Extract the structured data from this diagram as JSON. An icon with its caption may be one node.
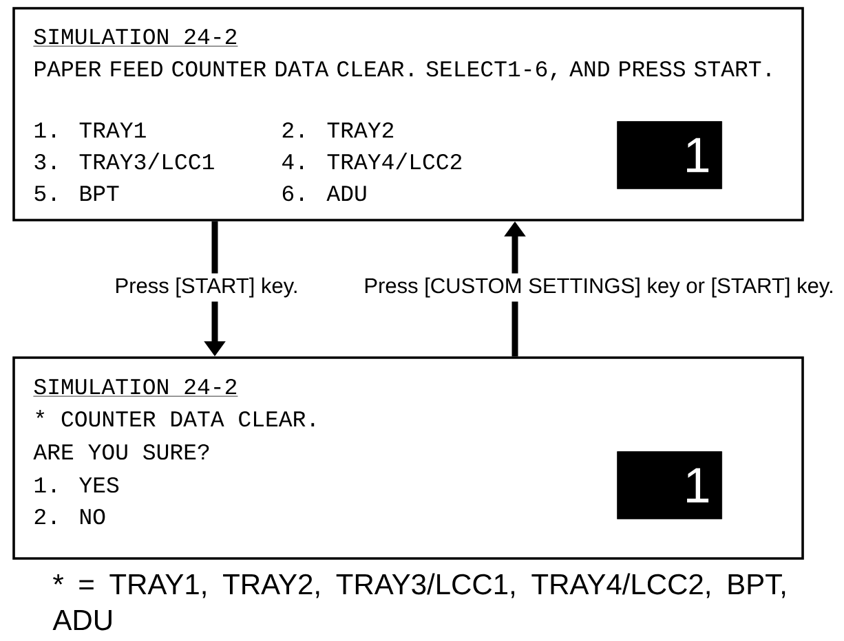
{
  "diagram": {
    "nodes": [
      {
        "text": [
          "SIMULATION 24-2",
          "PAPER FEED COUNTER DATA CLEAR. SELECT1-6, AND PRESS START.",
          "1. TRAY1",
          "2. TRAY2",
          "3. TRAY3/LCC1",
          "4. TRAY4/LCC2",
          "5. BPT",
          "6. ADU"
        ]
      },
      {
        "text": [
          "1"
        ],
        "in": 0
      },
      {
        "text": [
          "SIMULATION 24-2",
          "* COUNTER DATA CLEAR.",
          "ARE YOU SURE?",
          "1. YES",
          "2. NO"
        ]
      },
      {
        "text": [
          "1"
        ],
        "in": 2
      }
    ],
    "edges": [
      {
        "from": 0,
        "to": 2,
        "arrow": "to",
        "label": "Press [START] key."
      },
      {
        "from": 2,
        "to": 0,
        "arrow": "to",
        "label": "Press [CUSTOM SETTINGS] key or [START] key."
      }
    ],
    "labels": [
      "* = TRAY1, TRAY2, TRAY3/LCC1, TRAY4/LCC2, BPT, ADU"
    ]
  }
}
